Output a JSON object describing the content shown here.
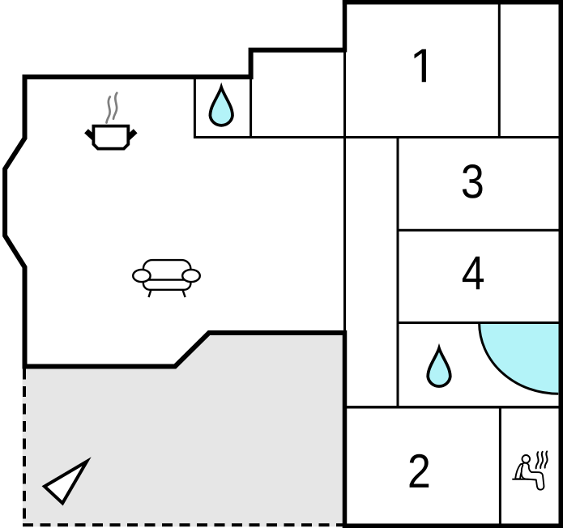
{
  "title": "Holiday home floor plan",
  "rooms": [
    {
      "id": "room-1",
      "label": "1"
    },
    {
      "id": "room-2",
      "label": "2"
    },
    {
      "id": "room-3",
      "label": "3"
    },
    {
      "id": "room-4",
      "label": "4"
    }
  ],
  "icons": [
    "cooking-pot-icon",
    "steam-icon",
    "sofa-icon",
    "water-drop-icon",
    "shower-icon",
    "sauna-icon",
    "north-arrow-icon"
  ],
  "colors": {
    "wall": "#000000",
    "water": "#b3f3f8",
    "terrace": "#e6e6e6",
    "steam_gray": "#7f7f7f",
    "background": "#ffffff",
    "icon_fill": "#ffffff"
  }
}
